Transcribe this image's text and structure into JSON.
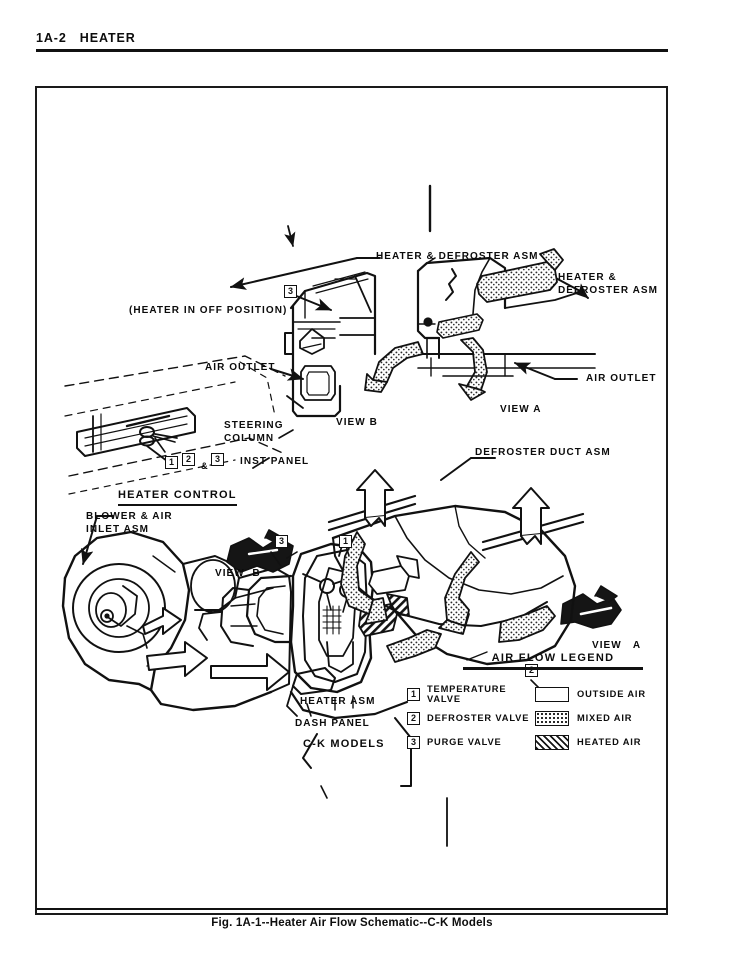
{
  "page": {
    "header_folio": "1A-2",
    "header_title": "HEATER",
    "header_line": "1A-2   HEATER",
    "caption": "Fig. 1A-1--Heater Air Flow Schematic--C-K Models"
  },
  "figure": {
    "labels": {
      "heater_defroster_asm_top": "HEATER & DEFROSTER ASM",
      "heater_defroster_asm_right": "HEATER &\nDEFROSTER ASM",
      "heater_in_off_position": "(HEATER IN OFF POSITION)",
      "air_outlet_left": "AIR OUTLET",
      "air_outlet_right": "AIR OUTLET",
      "view_b_top": "VIEW B",
      "view_a_top": "VIEW A",
      "steering_column": "STEERING\nCOLUMN",
      "inst_panel": "INST PANEL",
      "heater_control": "HEATER CONTROL",
      "blower_air_inlet_asm": "BLOWER & AIR\nINLET ASM",
      "view_b_lower": "VIEW  B",
      "view_a_lower": "VIEW   A",
      "defroster_duct_asm": "DEFROSTER DUCT ASM",
      "heater_asm": "HEATER ASM",
      "dash_panel": "DASH PANEL",
      "models": "C-K MODELS",
      "inst_panel_markers": "&"
    },
    "callouts": [
      {
        "id": "callout-3-view-b-top",
        "number": "3"
      },
      {
        "id": "callout-1-inst-panel",
        "number": "1"
      },
      {
        "id": "callout-2-inst-panel",
        "number": "2"
      },
      {
        "id": "callout-3-inst-panel",
        "number": "3"
      },
      {
        "id": "callout-3-view-b-lower",
        "number": "3"
      },
      {
        "id": "callout-1-heater-asm",
        "number": "1"
      },
      {
        "id": "callout-2-heater-asm",
        "number": "2"
      }
    ]
  },
  "legend": {
    "title": "AIR FLOW LEGEND",
    "valves": [
      {
        "number": "1",
        "label": "TEMPERATURE VALVE"
      },
      {
        "number": "2",
        "label": "DEFROSTER VALVE"
      },
      {
        "number": "3",
        "label": "PURGE VALVE"
      }
    ],
    "air_types": [
      {
        "label": "OUTSIDE AIR",
        "pattern": "outside",
        "fill": "#ffffff"
      },
      {
        "label": "MIXED AIR",
        "pattern": "mixed",
        "fill": "#ffffff"
      },
      {
        "label": "HEATED AIR",
        "pattern": "heated",
        "fill": "#151515"
      }
    ]
  },
  "colors": {
    "ink": "#0d0d0d",
    "rule": "#111111",
    "paper": "#ffffff"
  }
}
